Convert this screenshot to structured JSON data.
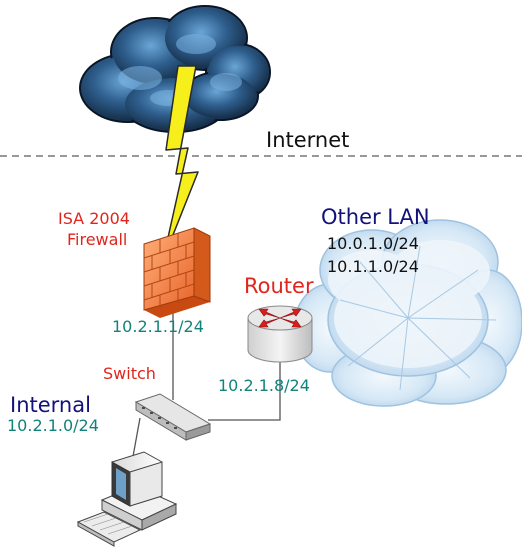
{
  "labels": {
    "internet": "Internet",
    "firewall_line1": "ISA 2004",
    "firewall_line2": "Firewall",
    "firewall_ip": "10.2.1.1/24",
    "router": "Router",
    "router_ip": "10.2.1.8/24",
    "switch": "Switch",
    "internal": "Internal",
    "internal_subnet": "10.2.1.0/24",
    "other_lan": "Other LAN",
    "other_lan_subnet_1": "10.0.1.0/24",
    "other_lan_subnet_2": "10.1.1.0/24"
  },
  "icons": {
    "internet_cloud": "storm-cloud-icon",
    "lightning": "lightning-bolt-icon",
    "firewall": "brick-firewall-icon",
    "router": "router-icon",
    "switch": "network-switch-icon",
    "workstation": "desktop-computer-icon",
    "other_lan_cloud": "cloud-icon"
  },
  "colors": {
    "red_label": "#e0261c",
    "navy_label": "#12127a",
    "teal_label": "#12837a",
    "link_line": "#555555",
    "dashed_boundary": "#777777"
  }
}
